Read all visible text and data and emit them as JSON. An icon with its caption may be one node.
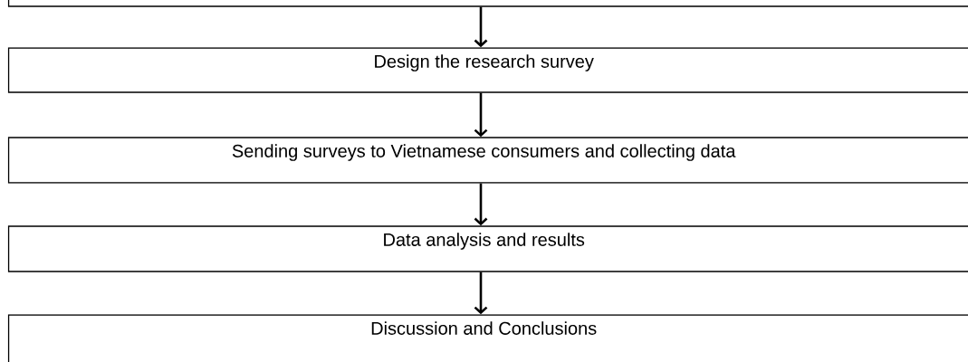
{
  "diagram": {
    "nodes": [
      {
        "text": [],
        "shape": "box"
      },
      {
        "text": [
          "Design the research survey"
        ]
      },
      {
        "text": [
          "Sending surveys to Vietnamese consumers and collecting data"
        ]
      },
      {
        "text": [
          "Data analysis and results"
        ]
      },
      {
        "text": [
          "Discussion and Conclusions"
        ]
      }
    ],
    "edges": [
      {
        "from": 0,
        "to": 1,
        "arrow": "to"
      },
      {
        "from": 1,
        "to": 2,
        "arrow": "to"
      },
      {
        "from": 2,
        "to": 3,
        "arrow": "to"
      },
      {
        "from": 3,
        "to": 4,
        "arrow": "to"
      }
    ]
  }
}
